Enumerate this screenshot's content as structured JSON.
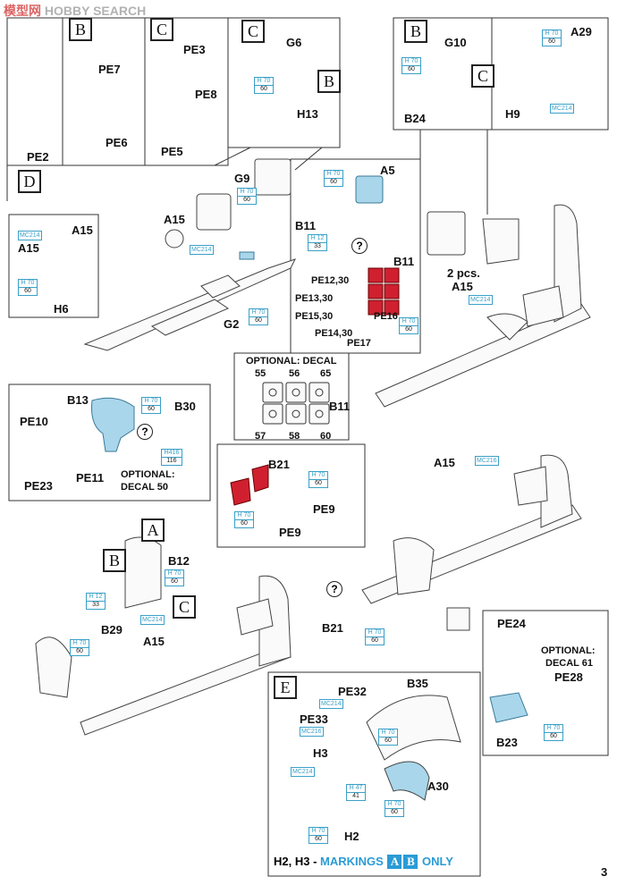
{
  "watermark": {
    "cn": "模型网",
    "en": "HOBBY SEARCH"
  },
  "page_number": "3",
  "boxes": {
    "A": "A",
    "B": "B",
    "C": "C",
    "D": "D",
    "E": "E"
  },
  "parts": {
    "PE2": "PE2",
    "PE7": "PE7",
    "PE6": "PE6",
    "PE3": "PE3",
    "PE8": "PE8",
    "PE5": "PE5",
    "G6": "G6",
    "H13": "H13",
    "G10": "G10",
    "B24": "B24",
    "A29": "A29",
    "H9": "H9",
    "G9": "G9",
    "A15": "A15",
    "H6": "H6",
    "G2": "G2",
    "A5": "A5",
    "B11": "B11",
    "PE12_30": "PE12,30",
    "PE13_30": "PE13,30",
    "PE15_30": "PE15,30",
    "PE14_30": "PE14,30",
    "PE16": "PE16",
    "PE17": "PE17",
    "two_pcs": "2 pcs.",
    "B13": "B13",
    "B30": "B30",
    "PE10": "PE10",
    "PE11": "PE11",
    "PE23": "PE23",
    "B21": "B21",
    "PE9": "PE9",
    "B12": "B12",
    "B29": "B29",
    "PE24": "PE24",
    "PE28": "PE28",
    "B23": "B23",
    "PE32": "PE32",
    "PE33": "PE33",
    "B35": "B35",
    "H3": "H3",
    "A30": "A30",
    "H2": "H2"
  },
  "decal_box": {
    "title": "OPTIONAL: DECAL",
    "n55": "55",
    "n56": "56",
    "n65": "65",
    "n57": "57",
    "n58": "58",
    "n60": "60"
  },
  "notes": {
    "optional_decal_50_a": "OPTIONAL:",
    "optional_decal_50_b": "DECAL 50",
    "optional_decal_61_a": "OPTIONAL:",
    "optional_decal_61_b": "DECAL 61",
    "markings_prefix": "H2, H3 - ",
    "markings_word": "MARKINGS",
    "markings_a": "A",
    "markings_b": "B",
    "markings_suffix": "ONLY"
  },
  "paints": {
    "h70": "H 70",
    "n60": "60",
    "h12": "H 12",
    "n33": "33",
    "h416": "H416",
    "n116": "116",
    "h47": "H 47",
    "n41": "41",
    "mc214": "MC214",
    "mc216": "MC216"
  },
  "colors": {
    "accent": "#2a9bd6",
    "red": "#d02030",
    "light_blue": "#a9d6ea"
  }
}
